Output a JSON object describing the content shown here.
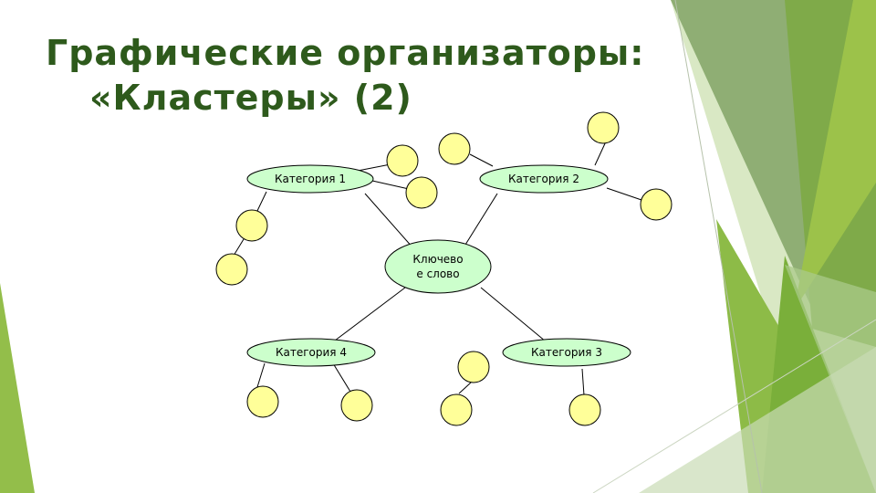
{
  "slide": {
    "title_line1": "Графические организаторы:",
    "title_line2": "«Кластеры» (2)"
  },
  "colors": {
    "title": "#2e5a1c",
    "ellipse_fill": "#ccffcc",
    "circle_fill": "#ffff99",
    "accent_green": "#8dbb47"
  },
  "cluster": {
    "center_line1": "Ключево",
    "center_line2": "е слово",
    "categories": [
      "Категория 1",
      "Категория 2",
      "Категория 3",
      "Категория 4"
    ]
  }
}
